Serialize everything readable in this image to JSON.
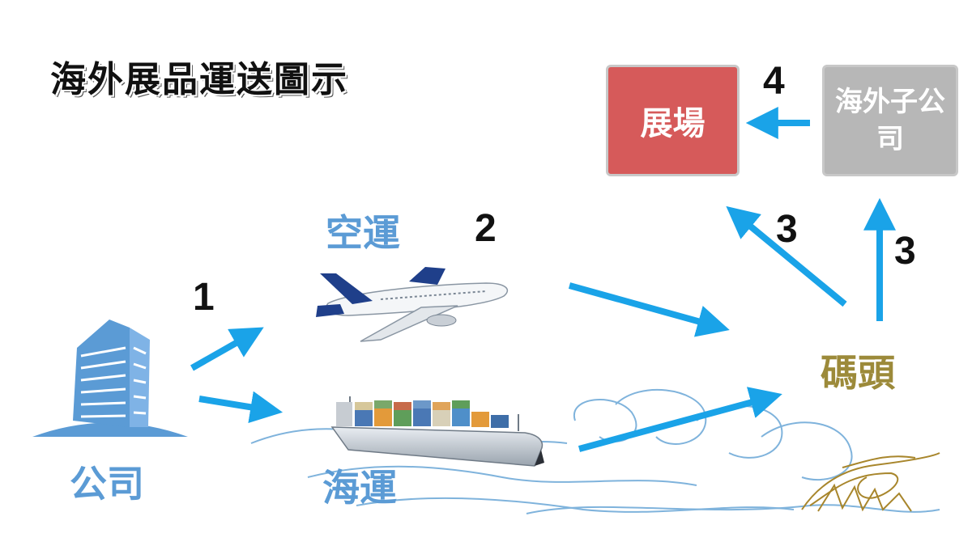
{
  "title": "海外展品運送圖示",
  "nodes": {
    "company": "公司",
    "air_freight": "空運",
    "sea_freight": "海運",
    "dock": "碼頭",
    "exhibition_venue": "展場",
    "overseas_subsidiary": "海外子公司"
  },
  "steps": {
    "step1": "1",
    "step2": "2",
    "step3a": "3",
    "step3b": "3",
    "step4": "4"
  },
  "colors": {
    "arrow": "#1aa3e8",
    "label_blue": "#5b9bd5",
    "venue_box": "#d65a5a",
    "subsidiary_box": "#b7b7b7",
    "dock_text": "#9c8a3a"
  }
}
